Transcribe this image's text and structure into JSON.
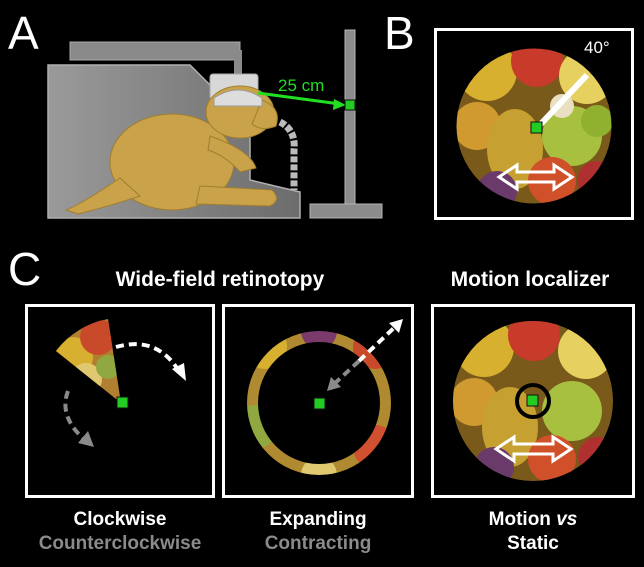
{
  "panels": {
    "a": {
      "letter": "A",
      "distance_label": "25 cm"
    },
    "b": {
      "letter": "B",
      "angle_label": "40°"
    },
    "c": {
      "letter": "C",
      "heading_retinotopy": "Wide-field retinotopy",
      "heading_motion": "Motion localizer",
      "captions": {
        "rotating": {
          "line1": "Clockwise",
          "line2": "Counterclockwise"
        },
        "ring": {
          "line1": "Expanding",
          "line2": "Contracting"
        },
        "motion": {
          "line1_pre": "Motion ",
          "line1_em": "vs",
          "line2": "Static"
        }
      }
    }
  },
  "colors": {
    "background": "#000000",
    "frame": "#ffffff",
    "fixation": "#22cc22",
    "beam": "#22dd22",
    "apparatus": "#8c8c8c",
    "animal": "#c9a24a",
    "muted_text": "#8a8a8a"
  }
}
